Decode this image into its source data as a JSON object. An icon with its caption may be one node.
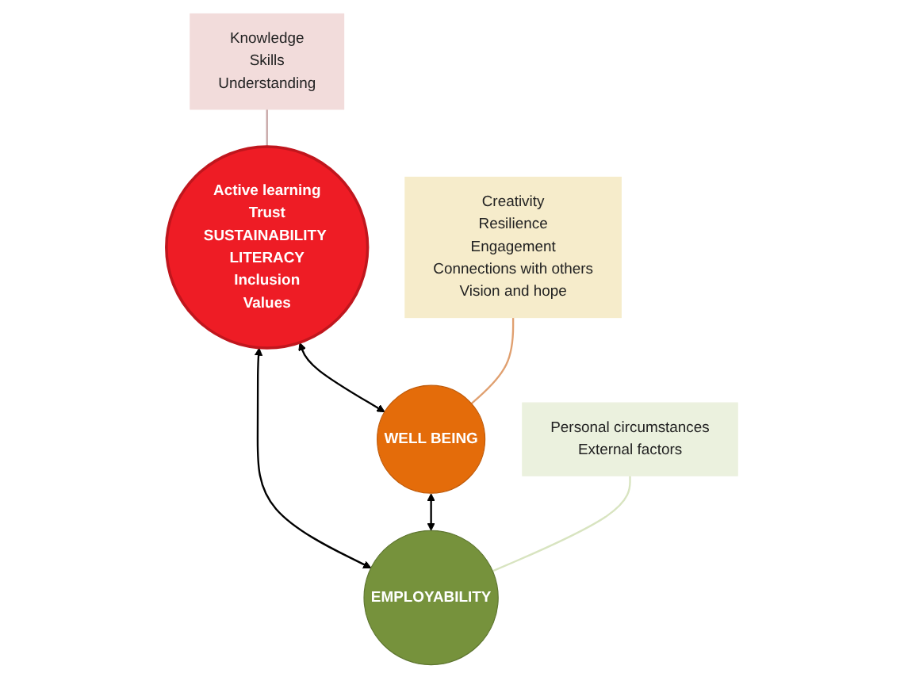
{
  "diagram": {
    "nodes": [
      {
        "text": [
          "Creativity",
          "Resilience",
          "Engagement",
          "Connections with others",
          "Vision and hope"
        ]
      },
      {
        "text": [
          "Active learning",
          "Trust",
          "SUSTAINABILITY LITERACY",
          "Inclusion",
          "Values"
        ]
      },
      {
        "text": [
          "Knowledge",
          "Skills",
          "Understanding"
        ]
      },
      {
        "text": [
          "Personal circumstances",
          "External factors"
        ]
      },
      {
        "text": [
          "WELL BEING"
        ]
      },
      {
        "text": [
          "EMPLOYABILITY"
        ]
      }
    ],
    "edges": [
      {
        "from": 1,
        "to": 4,
        "arrow": "both"
      },
      {
        "from": 1,
        "to": 5,
        "arrow": "both"
      },
      {
        "from": 4,
        "to": 5,
        "arrow": "both"
      },
      {
        "from": 2,
        "to": 1,
        "arrow": "none",
        "color": "#c8a8a8"
      },
      {
        "from": 0,
        "to": 4,
        "arrow": "none",
        "color": "#e0a070"
      },
      {
        "from": 3,
        "to": 5,
        "arrow": "none",
        "color": "#d8e4c0"
      }
    ]
  }
}
